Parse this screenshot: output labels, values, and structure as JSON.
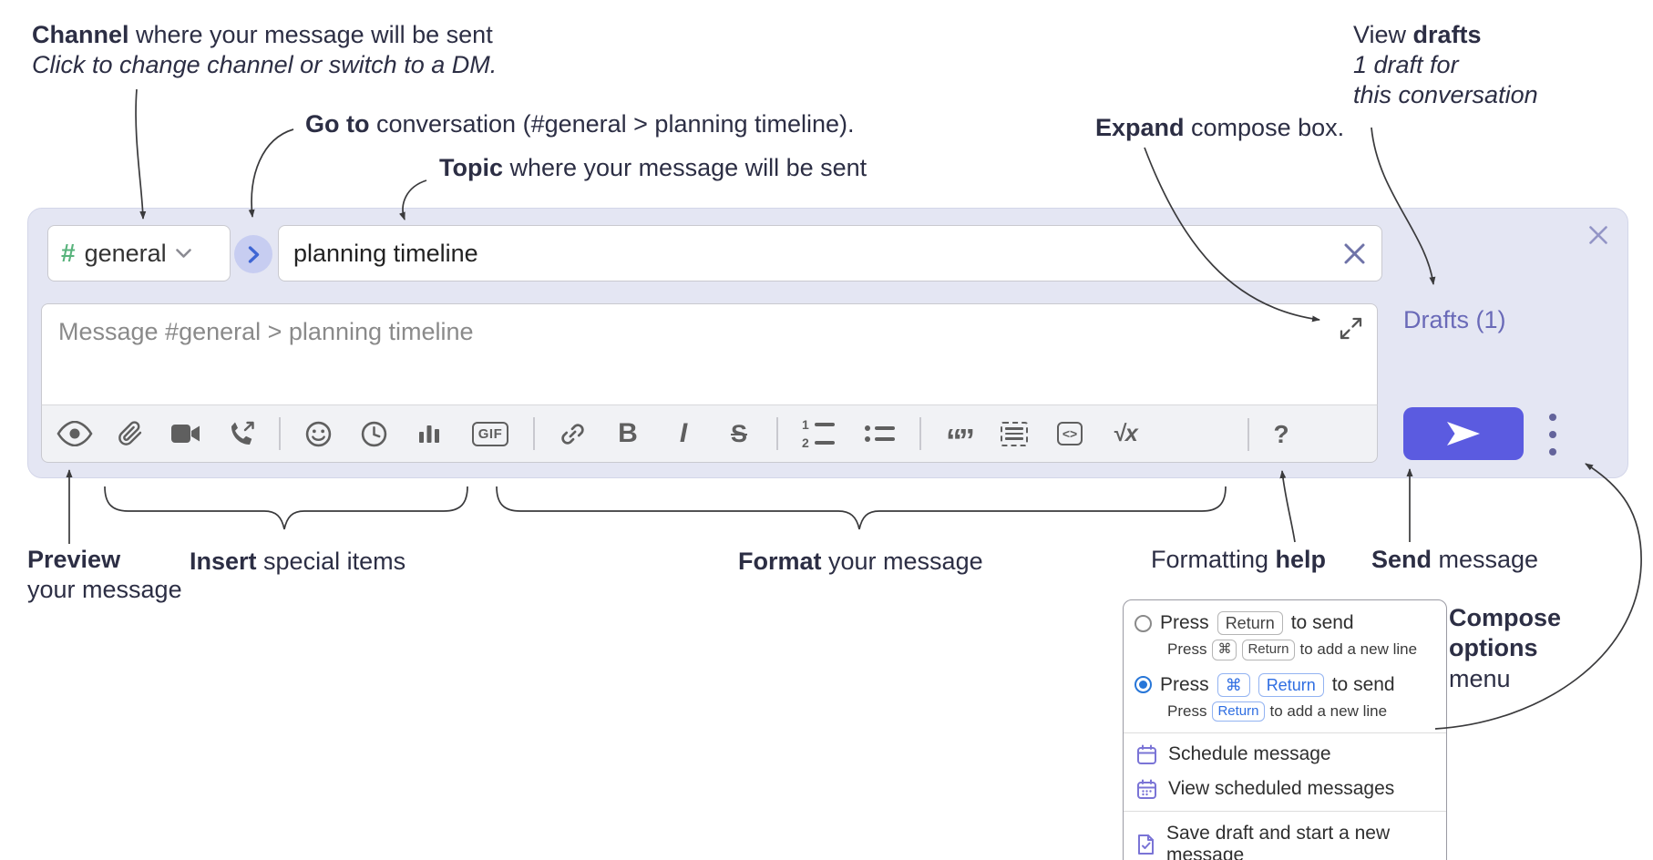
{
  "annotations": {
    "channel": {
      "bold": "Channel",
      "rest": " where your message will be sent",
      "italic": "Click to change channel or switch to a DM."
    },
    "goto": {
      "bold": "Go to",
      "rest": " conversation (#general > planning timeline)."
    },
    "topic": {
      "bold": "Topic",
      "rest": " where your message will be sent"
    },
    "expand": {
      "bold": "Expand",
      "rest": " compose box."
    },
    "view_drafts": {
      "line1_regular": "View ",
      "line1_bold": "drafts",
      "line2": "1 draft for",
      "line3": "this conversation"
    },
    "preview": {
      "bold": "Preview",
      "rest": "your message"
    },
    "insert": {
      "bold": "Insert",
      "rest": " special items"
    },
    "format": {
      "bold": "Format",
      "rest": " your message"
    },
    "formatting_help": {
      "regular": "Formatting ",
      "bold": "help"
    },
    "send": {
      "bold": "Send",
      "rest": " message"
    },
    "compose_options": {
      "line1": "Compose",
      "line2": "options",
      "line3": "menu"
    }
  },
  "compose": {
    "channel_hash": "#",
    "channel_name": "general",
    "topic_value": "planning timeline",
    "message_placeholder": "Message #general > planning timeline",
    "drafts_label": "Drafts (1)"
  },
  "toolbar": {
    "icons": [
      "preview",
      "attach-file",
      "start-video-call",
      "start-voice-call",
      "add-emoji",
      "add-global-time",
      "add-poll",
      "add-gif",
      "link",
      "bold",
      "italic",
      "strikethrough",
      "numbered-list",
      "bulleted-list",
      "quote",
      "spoiler",
      "code",
      "math",
      "help"
    ],
    "gif_label": "GIF",
    "bold_label": "B",
    "italic_label": "I",
    "strike_label": "S",
    "quote_label": "“”",
    "code_label": "<>",
    "math_label": "√x",
    "help_label": "?",
    "ol_1": "1",
    "ol_2": "2"
  },
  "popup": {
    "option1": {
      "press": "Press",
      "key": "Return",
      "suffix": "to send",
      "sub_press": "Press",
      "sub_key1": "⌘",
      "sub_key2": "Return",
      "sub_suffix": "to add a new line"
    },
    "option2": {
      "press": "Press",
      "key1": "⌘",
      "key2": "Return",
      "suffix": "to send",
      "sub_press": "Press",
      "sub_key": "Return",
      "sub_suffix": "to add a new line"
    },
    "items": [
      {
        "label": "Schedule message"
      },
      {
        "label": "View scheduled messages"
      },
      {
        "label": "Save draft and start a new message"
      }
    ]
  },
  "colors": {
    "container_bg": "#e4e6f3",
    "send_button": "#5b5be0",
    "drafts_link": "#6a6ab8",
    "channel_hash": "#58b37c",
    "selected_radio": "#2776d8",
    "popup_icon_purple": "#7a74d6",
    "annotation_text": "#2c2e44",
    "toolbar_icon": "#5f5f5f"
  }
}
